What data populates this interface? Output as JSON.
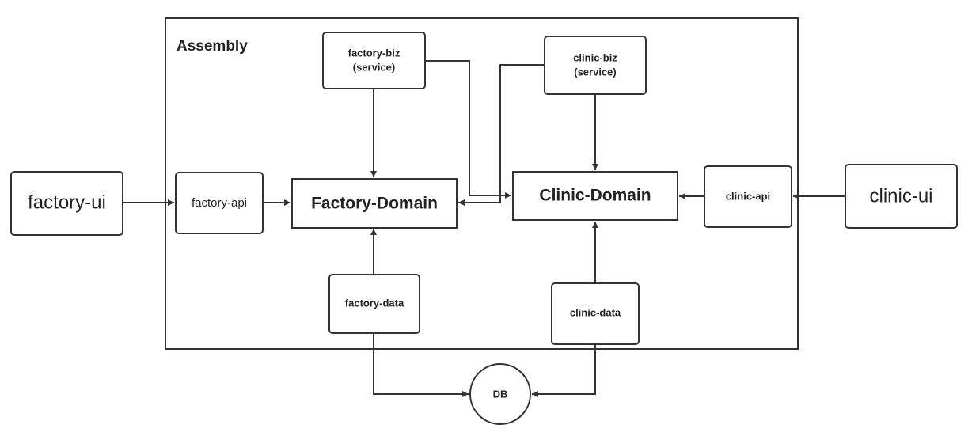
{
  "container": {
    "title": "Assembly"
  },
  "nodes": {
    "factory_ui": {
      "label": "factory-ui"
    },
    "factory_api": {
      "label": "factory-api"
    },
    "factory_domain": {
      "label": "Factory-Domain"
    },
    "factory_biz": {
      "line1": "factory-biz",
      "line2": "(service)"
    },
    "clinic_biz": {
      "line1": "clinic-biz",
      "line2": "(service)"
    },
    "clinic_domain": {
      "label": "Clinic-Domain"
    },
    "clinic_api": {
      "label": "clinic-api"
    },
    "clinic_ui": {
      "label": "clinic-ui"
    },
    "factory_data": {
      "label": "factory-data"
    },
    "clinic_data": {
      "label": "clinic-data"
    },
    "db": {
      "label": "DB"
    }
  },
  "colors": {
    "stroke": "#333333",
    "text": "#222222",
    "background": "#ffffff"
  }
}
